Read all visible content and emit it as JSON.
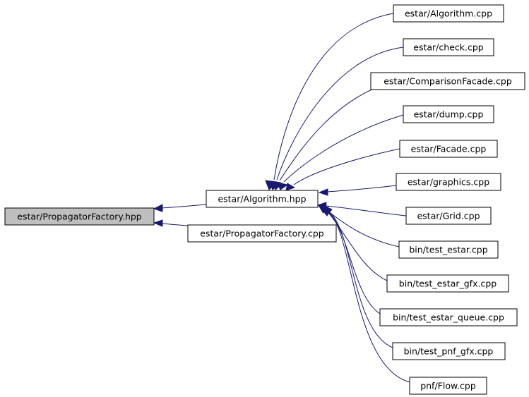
{
  "nodes": {
    "root": "estar/PropagatorFactory.hpp",
    "algorithm_hpp": "estar/Algorithm.hpp",
    "propagator_factory_cpp": "estar/PropagatorFactory.cpp",
    "algorithm_cpp": "estar/Algorithm.cpp",
    "check_cpp": "estar/check.cpp",
    "comparison_facade_cpp": "estar/ComparisonFacade.cpp",
    "dump_cpp": "estar/dump.cpp",
    "facade_cpp": "estar/Facade.cpp",
    "graphics_cpp": "estar/graphics.cpp",
    "grid_cpp": "estar/Grid.cpp",
    "test_estar_cpp": "bin/test_estar.cpp",
    "test_estar_gfx_cpp": "bin/test_estar_gfx.cpp",
    "test_estar_queue_cpp": "bin/test_estar_queue.cpp",
    "test_pnf_gfx_cpp": "bin/test_pnf_gfx.cpp",
    "flow_cpp": "pnf/Flow.cpp"
  },
  "edges": [
    {
      "from": "algorithm_hpp",
      "to": "root"
    },
    {
      "from": "propagator_factory_cpp",
      "to": "root"
    },
    {
      "from": "algorithm_cpp",
      "to": "algorithm_hpp"
    },
    {
      "from": "check_cpp",
      "to": "algorithm_hpp"
    },
    {
      "from": "comparison_facade_cpp",
      "to": "algorithm_hpp"
    },
    {
      "from": "dump_cpp",
      "to": "algorithm_hpp"
    },
    {
      "from": "facade_cpp",
      "to": "algorithm_hpp"
    },
    {
      "from": "graphics_cpp",
      "to": "algorithm_hpp"
    },
    {
      "from": "grid_cpp",
      "to": "algorithm_hpp"
    },
    {
      "from": "test_estar_cpp",
      "to": "algorithm_hpp"
    },
    {
      "from": "test_estar_gfx_cpp",
      "to": "algorithm_hpp"
    },
    {
      "from": "test_estar_queue_cpp",
      "to": "algorithm_hpp"
    },
    {
      "from": "test_pnf_gfx_cpp",
      "to": "algorithm_hpp"
    },
    {
      "from": "flow_cpp",
      "to": "algorithm_hpp"
    }
  ],
  "colors": {
    "edge": "#191970",
    "root_fill": "#bfbfbf",
    "node_fill": "#ffffff",
    "node_stroke": "#000000"
  }
}
